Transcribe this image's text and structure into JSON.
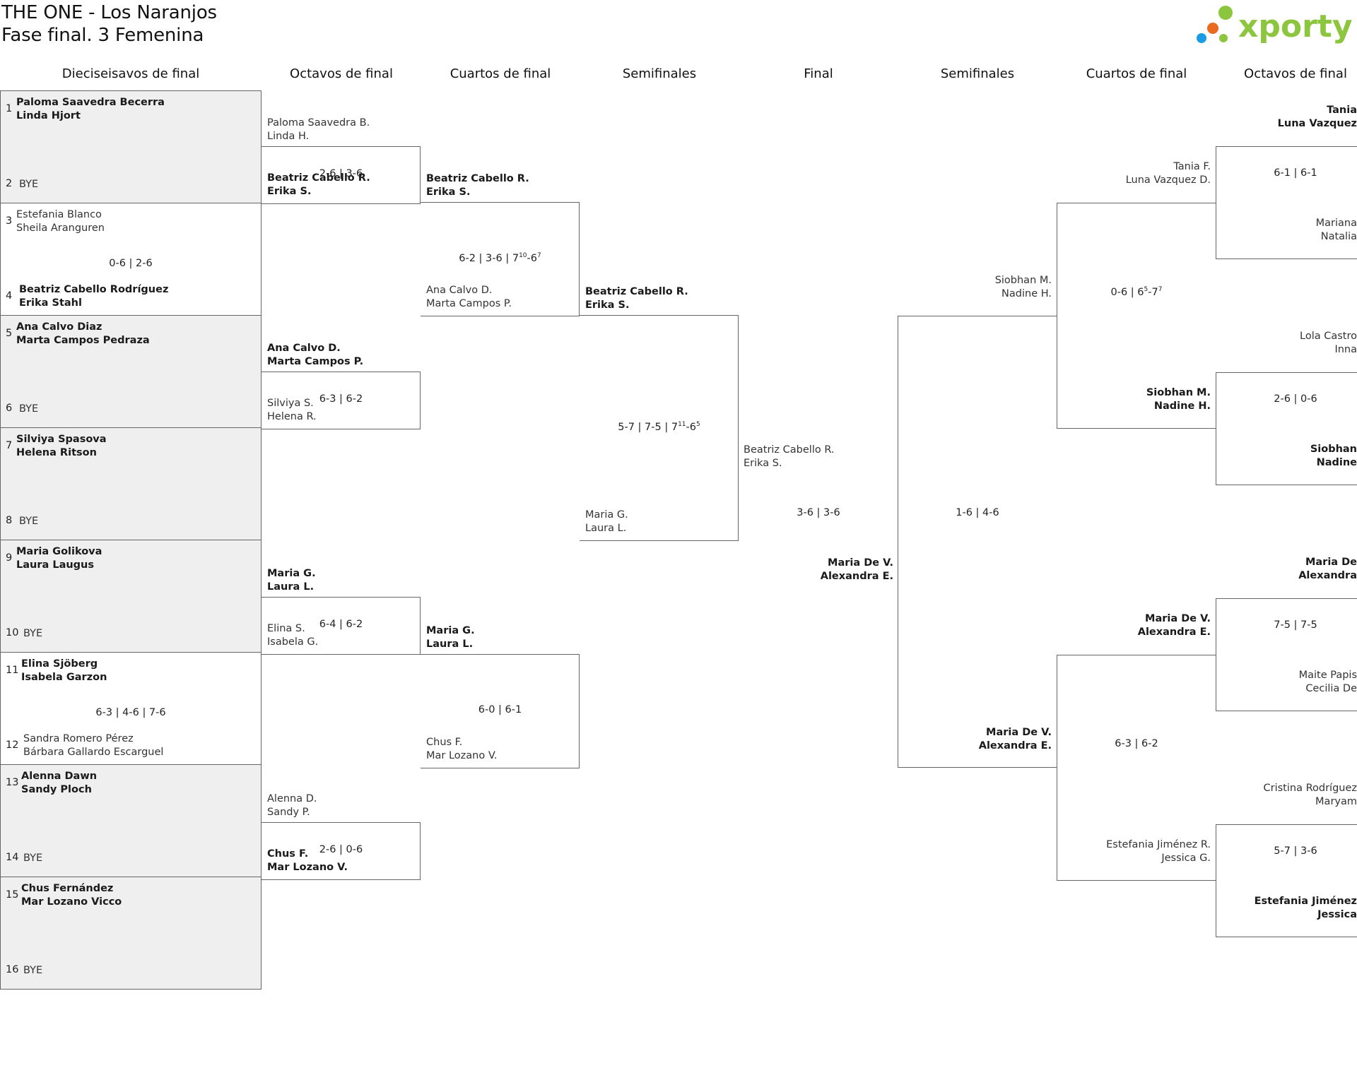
{
  "title": {
    "line1": "THE ONE - Los Naranjos",
    "line2": "Fase final. 3 Femenina"
  },
  "logo": {
    "text": "xporty",
    "dot_colors": [
      "#1a9be6",
      "#e86b1f",
      "#8cc63f",
      "#8cc63f"
    ],
    "text_color": "#8cc63f"
  },
  "rounds_left": [
    "Dieciseisavos de final",
    "Octavos de final",
    "Cuartos de final",
    "Semifinales"
  ],
  "round_center": "Final",
  "rounds_right": [
    "Semifinales",
    "Cuartos de final",
    "Octavos de final"
  ],
  "r32": [
    {
      "n1": "1",
      "p1": [
        "Paloma Saavedra Becerra",
        "Linda Hjort"
      ],
      "n2": "2",
      "p2": [
        "BYE"
      ],
      "score": "",
      "winner": 1
    },
    {
      "n1": "3",
      "p1": [
        "Estefania Blanco",
        "Sheila Aranguren"
      ],
      "n2": "4",
      "p2": [
        "Beatriz Cabello Rodríguez",
        "Erika Stahl"
      ],
      "score": "0-6 | 2-6",
      "winner": 2
    },
    {
      "n1": "5",
      "p1": [
        "Ana Calvo Diaz",
        "Marta Campos Pedraza"
      ],
      "n2": "6",
      "p2": [
        "BYE"
      ],
      "score": "",
      "winner": 1
    },
    {
      "n1": "7",
      "p1": [
        "Silviya Spasova",
        "Helena Ritson"
      ],
      "n2": "8",
      "p2": [
        "BYE"
      ],
      "score": "",
      "winner": 1
    },
    {
      "n1": "9",
      "p1": [
        "Maria Golikova",
        "Laura Laugus"
      ],
      "n2": "10",
      "p2": [
        "BYE"
      ],
      "score": "",
      "winner": 1
    },
    {
      "n1": "11",
      "p1": [
        "Elina Sjöberg",
        "Isabela Garzon"
      ],
      "n2": "12",
      "p2": [
        "Sandra Romero Pérez",
        "Bárbara Gallardo Escarguel"
      ],
      "score": "6-3 | 4-6 | 7-6",
      "winner": 1
    },
    {
      "n1": "13",
      "p1": [
        "Alenna Dawn",
        "Sandy Ploch"
      ],
      "n2": "14",
      "p2": [
        "BYE"
      ],
      "score": "",
      "winner": 1
    },
    {
      "n1": "15",
      "p1": [
        "Chus Fernández",
        "Mar Lozano Vicco"
      ],
      "n2": "16",
      "p2": [
        "BYE"
      ],
      "score": "",
      "winner": 1
    }
  ],
  "r16_left": [
    {
      "p1": [
        "Paloma Saavedra B.",
        "Linda H."
      ],
      "p2": [
        "Beatriz Cabello R.",
        "Erika S."
      ],
      "score": "2-6 | 3-6",
      "winner": 2
    },
    {
      "p1": [
        "Ana Calvo D.",
        "Marta Campos P."
      ],
      "p2": [
        "Silviya S.",
        "Helena R."
      ],
      "score": "6-3 | 6-2",
      "winner": 1
    },
    {
      "p1": [
        "Maria G.",
        "Laura L."
      ],
      "p2": [
        "Elina S.",
        "Isabela G."
      ],
      "score": "6-4 | 6-2",
      "winner": 1
    },
    {
      "p1": [
        "Alenna D.",
        "Sandy P."
      ],
      "p2": [
        "Chus F.",
        "Mar Lozano V."
      ],
      "score": "2-6 | 0-6",
      "winner": 2
    }
  ],
  "qf_left": [
    {
      "p1": [
        "Beatriz Cabello R.",
        "Erika S."
      ],
      "p2": [
        "Ana Calvo D.",
        "Marta Campos P."
      ],
      "score": "6-2 | 3-6 | 7<sup>10</sup>-6<sup>7</sup>",
      "winner": 1
    },
    {
      "p1": [
        "Maria G.",
        "Laura L."
      ],
      "p2": [
        "Chus F.",
        "Mar Lozano V."
      ],
      "score": "6-0 | 6-1",
      "winner": 1
    }
  ],
  "sf_left": {
    "p1": [
      "Beatriz Cabello R.",
      "Erika S."
    ],
    "p2": [
      "Maria G.",
      "Laura L."
    ],
    "score": "5-7 | 7-5 | 7<sup>11</sup>-6<sup>5</sup>",
    "winner": 1
  },
  "final": {
    "p1": [
      "Beatriz Cabello R.",
      "Erika S."
    ],
    "p2": [
      "Maria De V.",
      "Alexandra E."
    ],
    "score": "3-6 | 3-6",
    "winner": 2
  },
  "sf_right": {
    "p1": [
      "Siobhan M.",
      "Nadine H."
    ],
    "p2": [
      "Maria De V.",
      "Alexandra E."
    ],
    "score": "1-6 | 4-6",
    "winner": 2
  },
  "qf_right": [
    {
      "p1": [
        "Tania F.",
        "Luna Vazquez D."
      ],
      "p2": [
        "Siobhan M.",
        "Nadine H."
      ],
      "score": "0-6 | 6<sup>5</sup>-7<sup>7</sup>",
      "winner": 2
    },
    {
      "p1": [
        "Maria De V.",
        "Alexandra E."
      ],
      "p2": [
        "Estefania Jiménez R.",
        "Jessica G."
      ],
      "score": "6-3 | 6-2",
      "winner": 1
    }
  ],
  "r16_right": [
    {
      "p1": [
        "Tania",
        "Luna Vazquez"
      ],
      "p2": [
        "Mariana",
        "Natalia"
      ],
      "score": "6-1 | 6-1",
      "winner": 1
    },
    {
      "p1": [
        "Lola Castro",
        "Inna"
      ],
      "p2": [
        "Siobhan",
        "Nadine"
      ],
      "score": "2-6 | 0-6",
      "winner": 2
    },
    {
      "p1": [
        "Maria De",
        "Alexandra"
      ],
      "p2": [
        "Maite Papis",
        "Cecilia De"
      ],
      "score": "7-5 | 7-5",
      "winner": 1
    },
    {
      "p1": [
        "Cristina Rodríguez",
        "Maryam"
      ],
      "p2": [
        "Estefania Jiménez",
        "Jessica"
      ],
      "score": "5-7 | 3-6",
      "winner": 2
    }
  ]
}
